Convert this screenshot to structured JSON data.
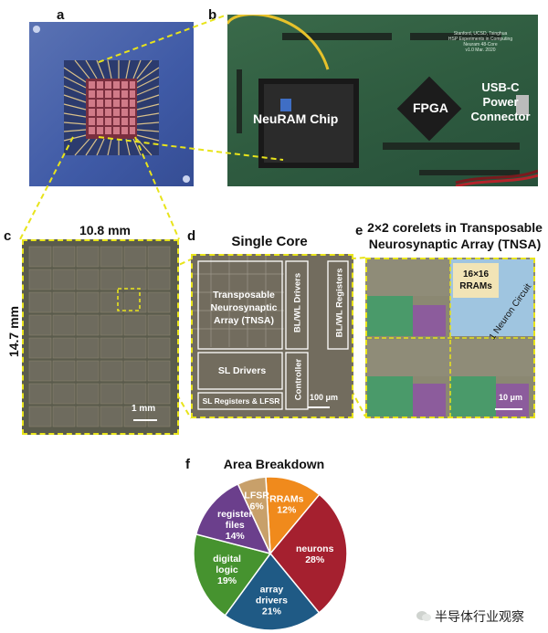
{
  "panels": {
    "a": "a",
    "b": "b",
    "c": "c",
    "d": "d",
    "e": "e",
    "f": "f"
  },
  "panel_b": {
    "chip_label": "NeuRAM Chip",
    "fpga_label": "FPGA",
    "usb_label": "USB-C Power Connector",
    "board_text": [
      "Stanford, UCSD, Tsinghua",
      "HSP Experiments in Computing",
      "Neuram 48-Core",
      "v1.0  Mar. 2020"
    ]
  },
  "panel_c": {
    "width_label": "10.8 mm",
    "height_label": "14.7 mm",
    "scale_label": "1 mm"
  },
  "panel_d": {
    "title": "Single Core",
    "tnsa_label": "Transposable Neurosynaptic Array (TNSA)",
    "blwl_drivers": "BL/WL Drivers",
    "blwl_registers": "BL/WL Registers",
    "sl_drivers": "SL Drivers",
    "controller": "Controller",
    "sl_registers": "SL Registers & LFSR",
    "scale_label": "100 μm"
  },
  "panel_e": {
    "title": "2×2 corelets in Transposable Neurosynaptic Array (TNSA)",
    "rram_label": "16×16 RRAMs",
    "neuron_label": "1 Neuron Circuit",
    "scale_label": "10 μm"
  },
  "chart_data": {
    "type": "pie",
    "title": "Area Breakdown",
    "slices": [
      {
        "label": "RRAMs",
        "value": 12,
        "color": "#f08a1c"
      },
      {
        "label": "neurons",
        "value": 28,
        "color": "#a5202f"
      },
      {
        "label": "array drivers",
        "value": 21,
        "color": "#1f5a85"
      },
      {
        "label": "digital logic",
        "value": 19,
        "color": "#46932f"
      },
      {
        "label": "register files",
        "value": 14,
        "color": "#6b3f8c"
      },
      {
        "label": "LFSR",
        "value": 6,
        "color": "#c8a06a"
      }
    ],
    "value_suffix": "%"
  },
  "watermark": "半导体行业观察"
}
